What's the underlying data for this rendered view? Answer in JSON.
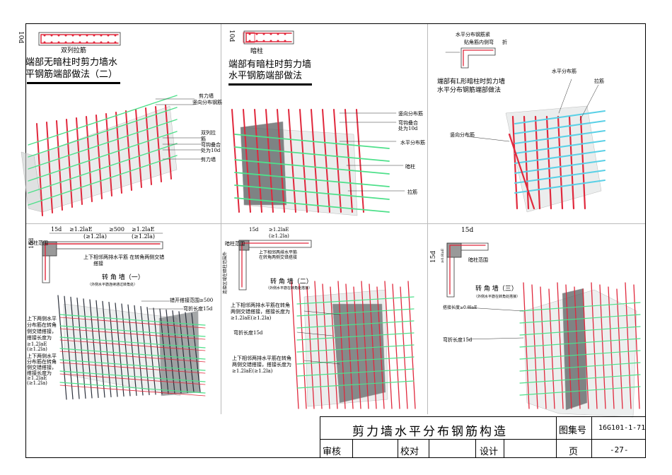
{
  "panels": {
    "p1": {
      "title_line1": "端部无暗柱时剪力墙水",
      "title_line2": "平钢筋端部做法（二）",
      "dim_10d": "10d",
      "tie_label": "双列拉筋",
      "callouts": [
        "剪力墙",
        "竖向分布钢筋",
        "双列拉",
        "筋",
        "弯钩叠合",
        "处为10d",
        "剪力墙"
      ]
    },
    "p2": {
      "title_line1": "端部有暗柱时剪力墙",
      "title_line2": "水平钢筋端部做法",
      "dim_10d": "10d",
      "col_label": "暗柱",
      "callouts": [
        "竖向分布筋",
        "弯钩叠合",
        "处为10d",
        "水平分布筋",
        "暗柱",
        "拉筋"
      ]
    },
    "p3": {
      "title_line1": "端部有L形暗柱时剪力墙",
      "title_line2": "水平分布钢筋端部做法",
      "plan_label1": "水平分布钢筋紧",
      "plan_label2": "贴角筋内侧弯",
      "plan_label3": "折",
      "callouts": [
        "水平分布筋",
        "拉筋",
        "竖向分布筋"
      ]
    },
    "p4": {
      "dims": [
        "15d",
        "≥1.2laE",
        "(≥1.2la)",
        "≥500",
        "≥1.2laE",
        "(≥1.2la)",
        "15d"
      ],
      "zone_label": "暗柱范围",
      "note": "上下相邻两排水平筋  在转角两侧交错",
      "note2": "搭接",
      "title": "转 角 墙（一）",
      "subtitle": "（外侧水平筋连续通过转角处）",
      "callouts": [
        "错开搭接范围≥500",
        "弯折长度15d",
        "上下两侧水平",
        "分布筋在转角",
        "侧交错搭接，",
        "搭接长度为",
        "≥1.2laE",
        "(≥1.2la)",
        "上下两侧水平",
        "分布筋在转角",
        "侧交错搭接，",
        "搭接长度为",
        "≥1.2laE",
        "(≥1.2la)"
      ]
    },
    "p5": {
      "dims": [
        "15d",
        "≥1.2laE",
        "(≥1.2la)"
      ],
      "zone_label": "暗柱范围",
      "note": "上下相邻两排水平筋",
      "note2": "在转角两侧交错搭接",
      "side_label": "连接区域在暗柱范围外",
      "title": "转 角 墙（二）",
      "subtitle": "（外侧水平筋在转角处搭接）",
      "callouts": [
        "上下相邻两排水平筋在转角",
        "两侧交错搭接，搭接长度为",
        "≥1.2laE(≥1.2la)",
        "弯折长度15d",
        "上下相邻两排水平筋在转角",
        "两侧交错搭接，搭接长度为",
        "≥1.2laE(≥1.2la)"
      ]
    },
    "p6": {
      "dims": [
        "15d",
        "15d",
        "≥0.8laE"
      ],
      "zone_label": "暗柱范围",
      "title": "转 角 墙（三）",
      "subtitle": "（外侧水平筋在转角处搭接）",
      "callouts": [
        "搭接长度≥0.8laE",
        "弯折长度15d"
      ]
    }
  },
  "title_block": {
    "drawing_title": "剪力墙水平分布钢筋构造",
    "atlas_label": "图集号",
    "atlas_no": "16G101-1-71",
    "review_label": "审核",
    "check_label": "校对",
    "design_label": "设计",
    "page_label": "页",
    "page_no": "-27-"
  },
  "colors": {
    "rebar_red": "#e0283c",
    "rebar_green": "#4ee08a",
    "rebar_cyan": "#5ad0e6",
    "rebar_dark": "#2a2f3a",
    "concrete": "#d8dcdc",
    "column": "#5a5f60"
  }
}
